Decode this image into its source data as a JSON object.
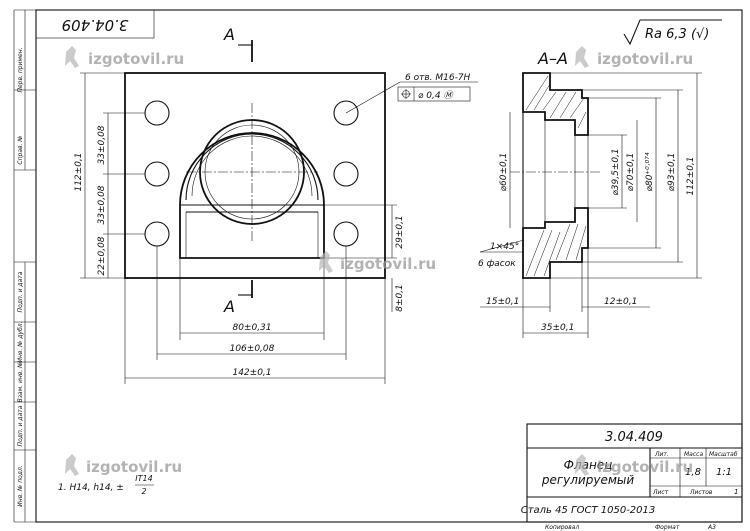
{
  "doc_number_rotated": "3.04.409",
  "roughness": "Ra 6,3 (√)",
  "section_label": "A–A",
  "cut_label": "A",
  "watermark": "izgotovil.ru",
  "left_strip_labels": [
    "Перв. примен.",
    "Справ. №",
    "Подп. и дата",
    "Инв. № дубл.",
    "Взам. инв. №",
    "Подп. и дата",
    "Инв. № подл."
  ],
  "front_view": {
    "hole_callout": "6 отв. M16-7H",
    "tolerance_frame": "⌀ 0,4 Ⓜ",
    "dims": {
      "height_112": "112±0,1",
      "pitch_33_a": "33±0,08",
      "pitch_33_b": "33±0,08",
      "edge_22": "22±0,08",
      "inner_29": "29±0,1",
      "lower_8": "8±0,1",
      "width_80": "80±0,31",
      "width_106": "106±0,08",
      "width_142": "142±0,1"
    }
  },
  "section_view": {
    "chamfer_note": "1×45°",
    "chamfer_count": "6 фасок",
    "dims": {
      "dia_60": "⌀60±0,1",
      "dia_39_5": "⌀39,5±0,1",
      "dia_70": "⌀70±0,1",
      "dia_80": "⌀80⁺⁰·⁰⁷⁴",
      "dia_93": "⌀93±0,1",
      "dia_112": "112±0,1",
      "len_15": "15±0,1",
      "len_12": "12±0,1",
      "len_35": "35±0,1"
    }
  },
  "note": "1. H14, h14, ±",
  "note_fraction": {
    "num": "IT14",
    "den": "2"
  },
  "title_block": {
    "number": "3.04.409",
    "name_line1": "Фланец",
    "name_line2": "регулируемый",
    "material": "Сталь 45  ГОСТ 1050-2013",
    "col_lit": "Лит.",
    "col_mass": "Масса",
    "col_scale": "Масштаб",
    "mass": "1,8",
    "scale": "1:1",
    "sheet_label": "Лист",
    "sheets_label": "Листов",
    "sheets_value": "1"
  },
  "footer": {
    "copied": "Копировал",
    "format_label": "Формат",
    "format": "А3"
  }
}
